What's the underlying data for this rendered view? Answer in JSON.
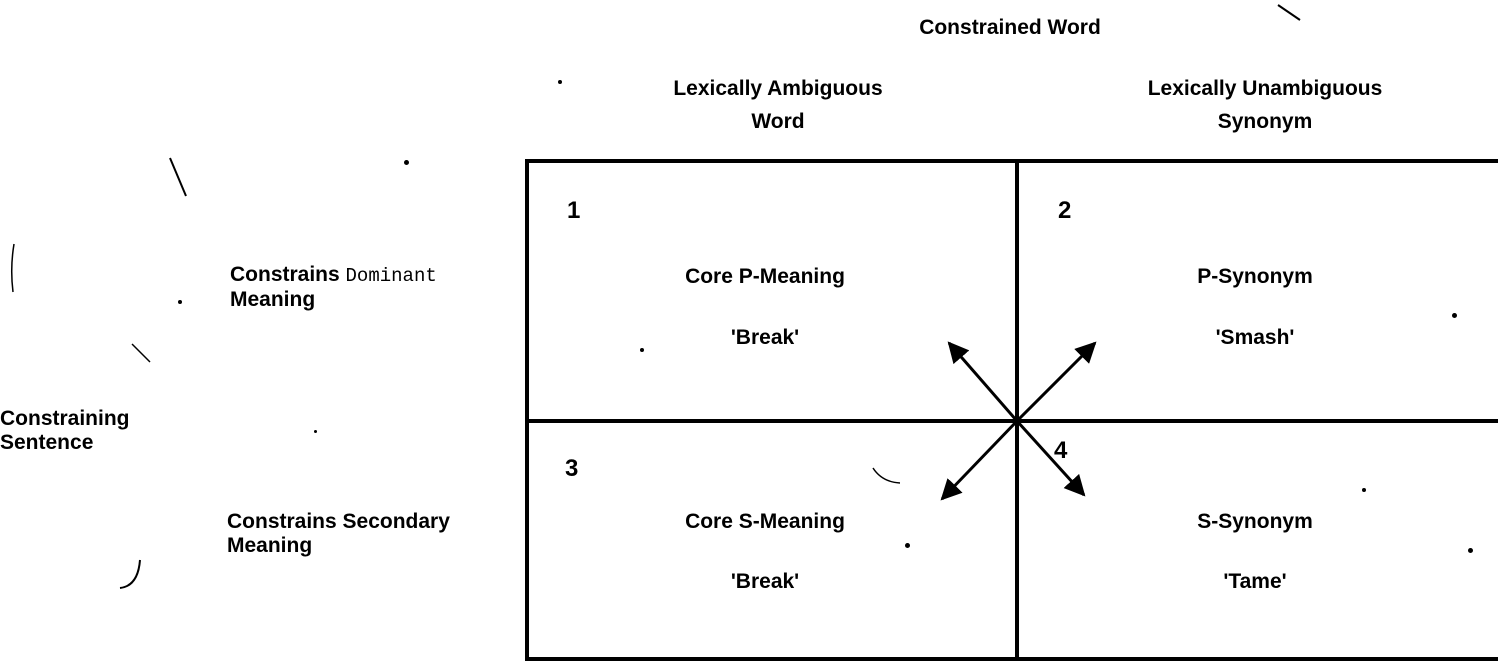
{
  "header": {
    "constrained_word": "Constrained Word",
    "col1_line1": "Lexically Ambiguous",
    "col1_line2": "Word",
    "col2_line1": "Lexically Unambiguous",
    "col2_line2": "Synonym"
  },
  "rows": {
    "group_line1": "Constraining",
    "group_line2": "Sentence",
    "row1_prefix": "Constrains ",
    "row1_mono": "Dominant",
    "row1_line2": "Meaning",
    "row2_line1": "Constrains Secondary",
    "row2_line2": "Meaning"
  },
  "cells": [
    {
      "number": "1",
      "title": "Core P-Meaning",
      "example": "'Break'"
    },
    {
      "number": "2",
      "title": "P-Synonym",
      "example": "'Smash'"
    },
    {
      "number": "3",
      "title": "Core S-Meaning",
      "example": "'Break'"
    },
    {
      "number": "4",
      "title": "S-Synonym",
      "example": "'Tame'"
    }
  ]
}
